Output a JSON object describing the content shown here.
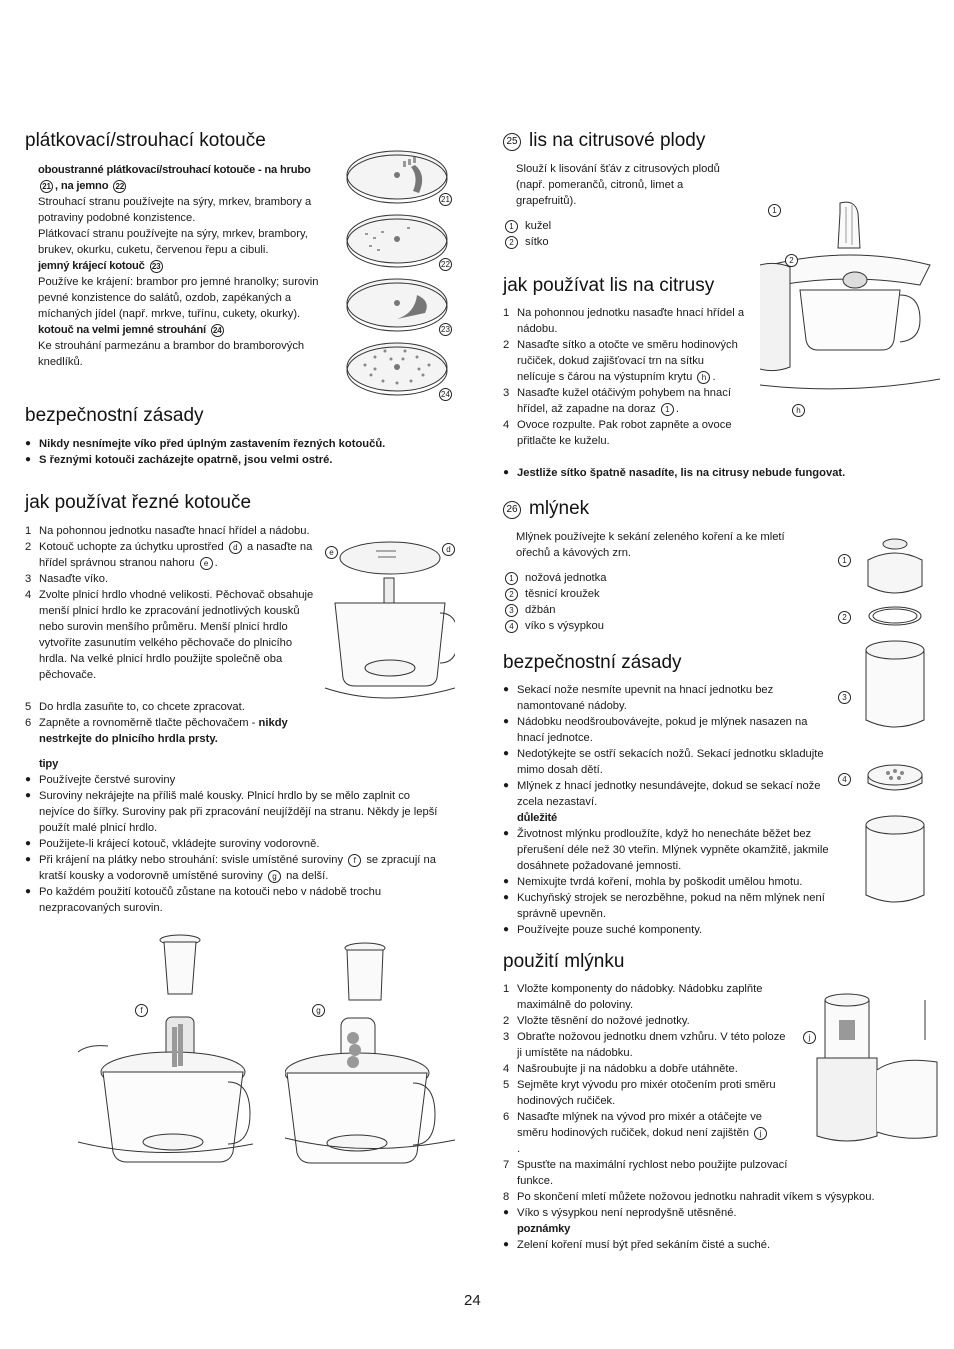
{
  "left": {
    "s1": {
      "title": "plátkovací/strouhací kotouče",
      "sub1": "oboustranné plátkovací/strouhací kotouče - na hrubo",
      "sub1b_a": "21",
      "sub1b_text": ", na jemno",
      "sub1b_b": "22",
      "p1": "Strouhací stranu používejte na sýry, mrkev, brambory a potraviny podobné konzistence.",
      "p2": "Plátkovací stranu používejte na sýry, mrkev, brambory, brukev, okurku, cuketu, červenou řepu a cibuli.",
      "sub2": "jemný krájecí kotouč",
      "sub2_num": "23",
      "p3": "Používe ke krájení: brambor pro jemné hranolky; surovin pevné konzistence do salátů, ozdob, zapékaných a míchaných jídel (např. mrkve, tuřínu, cukety, okurky).",
      "sub3": "kotouč na velmi jemné strouhání",
      "sub3_num": "24",
      "p4": "Ke strouhání parmezánu a brambor do bramborových knedlíků.",
      "disc_labels": [
        "21",
        "22",
        "23",
        "24"
      ]
    },
    "s2": {
      "title": "bezpečnostní zásady",
      "b1": "Nikdy nesnímejte víko před úplným zastavením řezných kotoučů.",
      "b2": "S řeznými kotouči zacházejte opatrně, jsou velmi ostré."
    },
    "s3": {
      "title": "jak používat řezné kotouče",
      "steps": [
        {
          "n": "1",
          "t": "Na pohonnou jednotku nasaďte hnací hřídel a nádobu."
        },
        {
          "n": "2",
          "t1": "Kotouč uchopte za úchytku uprostřed",
          "c1": "d",
          "t2": "a nasaďte na hřídel správnou stranou nahoru",
          "c2": "e",
          "t3": "."
        },
        {
          "n": "3",
          "t": "Nasaďte víko."
        },
        {
          "n": "4",
          "t": "Zvolte plnicí hrdlo vhodné velikosti. Pěchovač obsahuje menší plnicí hrdlo ke zpracování jednotlivých kousků nebo surovin menšího průměru. Menší plnicí hrdlo vytvoříte zasunutím velkého pěchovače do plnicího hrdla. Na velké plnicí hrdlo použijte společně oba pěchovače."
        },
        {
          "n": "5",
          "t": "Do hrdla zasuňte to, co chcete zpracovat."
        },
        {
          "n": "6",
          "t1": "Zapněte a rovnoměrně tlačte pěchovačem -",
          "tb": " nikdy nestrkejte do plnicího hrdla prsty."
        }
      ],
      "tips_title": "tipy",
      "tips": [
        "Používejte čerstvé suroviny",
        "Suroviny nekrájejte na příliš malé kousky. Plnicí hrdlo by se mělo zaplnit co nejvíce do šířky. Suroviny pak při zpracování neujíždějí na stranu. Někdy je lepší použít malé plnicí hrdlo.",
        "Použijete-li krájecí kotouč, vkládejte suroviny vodorovně."
      ],
      "tip4_a": "Při krájení na plátky nebo strouhání: svisle umístěné suroviny",
      "tip4_c1": "f",
      "tip4_b": "se zpracují na kratší kousky a vodorovně umístěné suroviny",
      "tip4_c2": "g",
      "tip4_c": "na delší.",
      "tip5": "Po každém použití kotoučů zůstane na kotouči nebo v nádobě trochu nezpracovaných surovin.",
      "fig_d": "d",
      "fig_e": "e",
      "fig_f": "f",
      "fig_g": "g"
    }
  },
  "right": {
    "s4": {
      "title_num": "25",
      "title": "lis na citrusové plody",
      "intro": "Slouží k lisování šťáv z citrusových plodů (např. pomerančů, citronů, limet a grapefruitů).",
      "parts": [
        {
          "c": "1",
          "t": "kužel"
        },
        {
          "c": "2",
          "t": "sítko"
        }
      ],
      "fig_labels": [
        "1",
        "2",
        "h"
      ]
    },
    "s5": {
      "title": "jak používat lis na citrusy",
      "steps": [
        {
          "n": "1",
          "t": "Na pohonnou jednotku nasaďte hnací hřídel a nádobu."
        },
        {
          "n": "2",
          "t1": "Nasaďte sítko a otočte ve směru hodinových ručiček, dokud zajišťovací trn na sítku nelícuje s čárou na výstupním krytu",
          "c": "h",
          "t2": "."
        },
        {
          "n": "3",
          "t1": "Nasaďte kužel otáčivým pohybem na hnací hřídel, až zapadne na doraz",
          "c": "1",
          "t2": "."
        },
        {
          "n": "4",
          "t": "Ovoce rozpulte. Pak robot zapněte a ovoce přitlačte ke kuželu."
        }
      ],
      "warn": "Jestliže sítko špatně nasadíte, lis na citrusy nebude fungovat."
    },
    "s6": {
      "title_num": "26",
      "title": "mlýnek",
      "intro": "Mlýnek používejte k sekání zeleného koření a ke mletí ořechů a kávových zrn.",
      "parts": [
        {
          "c": "1",
          "t": "nožová jednotka"
        },
        {
          "c": "2",
          "t": "těsnicí kroužek"
        },
        {
          "c": "3",
          "t": "džbán"
        },
        {
          "c": "4",
          "t": "víko s výsypkou"
        }
      ],
      "fig_labels": [
        "1",
        "2",
        "3",
        "4"
      ]
    },
    "s7": {
      "title": "bezpečnostní zásady",
      "bullets1": [
        "Sekací nože nesmíte upevnit na hnací jednotku bez namontované nádoby.",
        "Nádobku neodšroubovávejte, pokud je mlýnek nasazen na hnací jednotce.",
        "Nedotýkejte se ostří sekacích nožů. Sekací jednotku skladujte mimo dosah dětí.",
        "Mlýnek z hnací jednotky nesundávejte, dokud se sekací nože zcela nezastaví."
      ],
      "important": "důležité",
      "bullets2": [
        "Životnost mlýnku prodloužíte, když ho nenecháte běžet bez přerušení déle než 30 vteřin. Mlýnek vypněte okamžitě, jakmile dosáhnete požadované jemnosti.",
        "Nemixujte tvrdá koření, mohla by poškodit umělou hmotu.",
        "Kuchyňský strojek se nerozběhne, pokud na něm mlýnek není správně upevněn.",
        "Používejte pouze suché komponenty."
      ]
    },
    "s8": {
      "title": "použití mlýnku",
      "steps": [
        {
          "n": "1",
          "t": "Vložte komponenty do nádobky. Nádobku zaplňte maximálně do poloviny."
        },
        {
          "n": "2",
          "t": "Vložte těsnění do nožové jednotky."
        },
        {
          "n": "3",
          "t": "Obraťte nožovou jednotku dnem vzhůru. V této poloze ji umístěte na nádobku."
        },
        {
          "n": "4",
          "t": "Našroubujte ji na nádobku a dobře utáhněte."
        },
        {
          "n": "5",
          "t": "Sejměte kryt vývodu pro mixér otočením proti směru hodinových ručiček."
        },
        {
          "n": "6",
          "t": "Nasaďte mlýnek na vývod pro mixér a otáčejte ve směru hodinových ručiček, dokud není zajištěn",
          "c": "j",
          "t2": "."
        },
        {
          "n": "7",
          "t": "Spusťte na maximální rychlost nebo použijte pulzovací funkce."
        },
        {
          "n": "8",
          "t": "Po skončení mletí můžete nožovou jednotku nahradit víkem s výsypkou."
        }
      ],
      "bullet": "Víko s výsypkou není neprodyšně utěsněné.",
      "note_title": "poznámky",
      "note": "Zelení koření musí být před sekáním čisté a suché.",
      "fig_label": "j"
    }
  },
  "footer": {
    "page": "24"
  },
  "colors": {
    "text": "#1a1a1a",
    "line": "#333333",
    "fill": "#f2f2f2"
  }
}
